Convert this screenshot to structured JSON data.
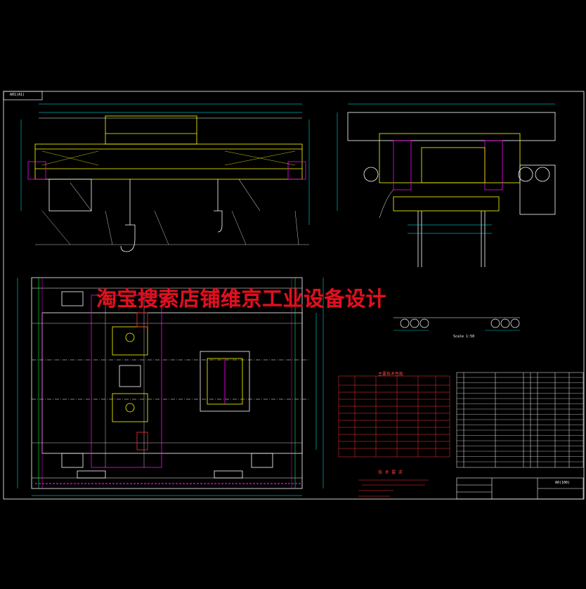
{
  "watermark": "淘宝搜索店铺维京工业设备设计",
  "top_left_box": "A01(A1)",
  "scale_label": "Scale 1:50",
  "sheet_code": "A0(100)",
  "notes_title": "技 术 要 求",
  "tech_table_title": "主要技术性能",
  "colors": {
    "background": "#000000",
    "frame": "#ffffff",
    "structure": "#ffff00",
    "section": "#ff00ff",
    "dimension": "#00ffff",
    "table": "#ff3030",
    "watermark": "#e01020",
    "green": "#00ff40"
  }
}
